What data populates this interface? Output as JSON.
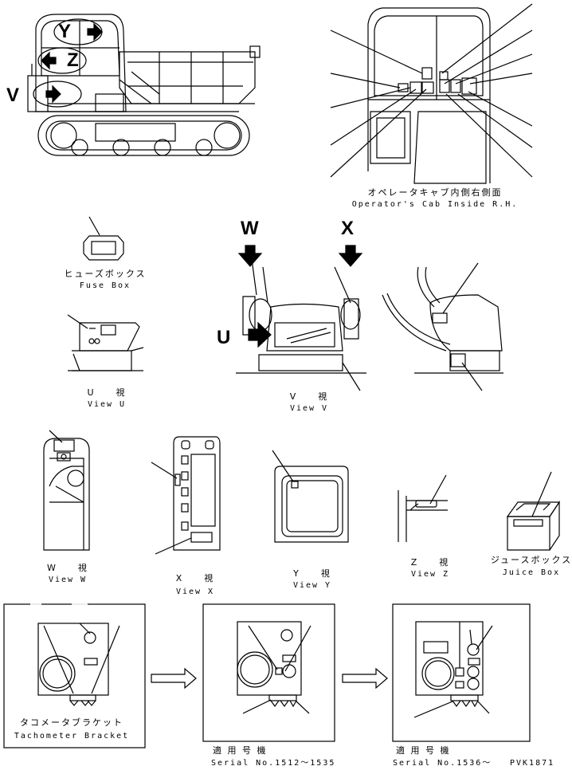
{
  "view_letters": {
    "v": "V",
    "w": "W",
    "x": "X",
    "u": "U",
    "y": "Y",
    "z": "Z"
  },
  "cab": {
    "jp": "オペレータキャブ内側右側面",
    "en": "Operator's Cab Inside R.H."
  },
  "fuse_box": {
    "jp": "ヒューズボックス",
    "en": "Fuse Box"
  },
  "view_u": {
    "jp": "U　　視",
    "en": "View U"
  },
  "view_v": {
    "jp": "V　　視",
    "en": "View V"
  },
  "view_w": {
    "jp": "W　　視",
    "en": "View W"
  },
  "view_x": {
    "jp": "X　　視",
    "en": "View X"
  },
  "view_y": {
    "jp": "Y　　視",
    "en": "View Y"
  },
  "view_z": {
    "jp": "Z　　視",
    "en": "View Z"
  },
  "juice_box": {
    "jp": "ジュースボックス",
    "en": "Juice Box"
  },
  "tachometer": {
    "jp": "タコメータブラケット",
    "en": "Tachometer Bracket"
  },
  "serial_a": {
    "jp": "適 用 号 機",
    "en": "Serial No.1512～1535"
  },
  "serial_b": {
    "jp": "適 用 号 機",
    "en": "Serial No.1536～"
  },
  "drawing_code": "PVK1871"
}
